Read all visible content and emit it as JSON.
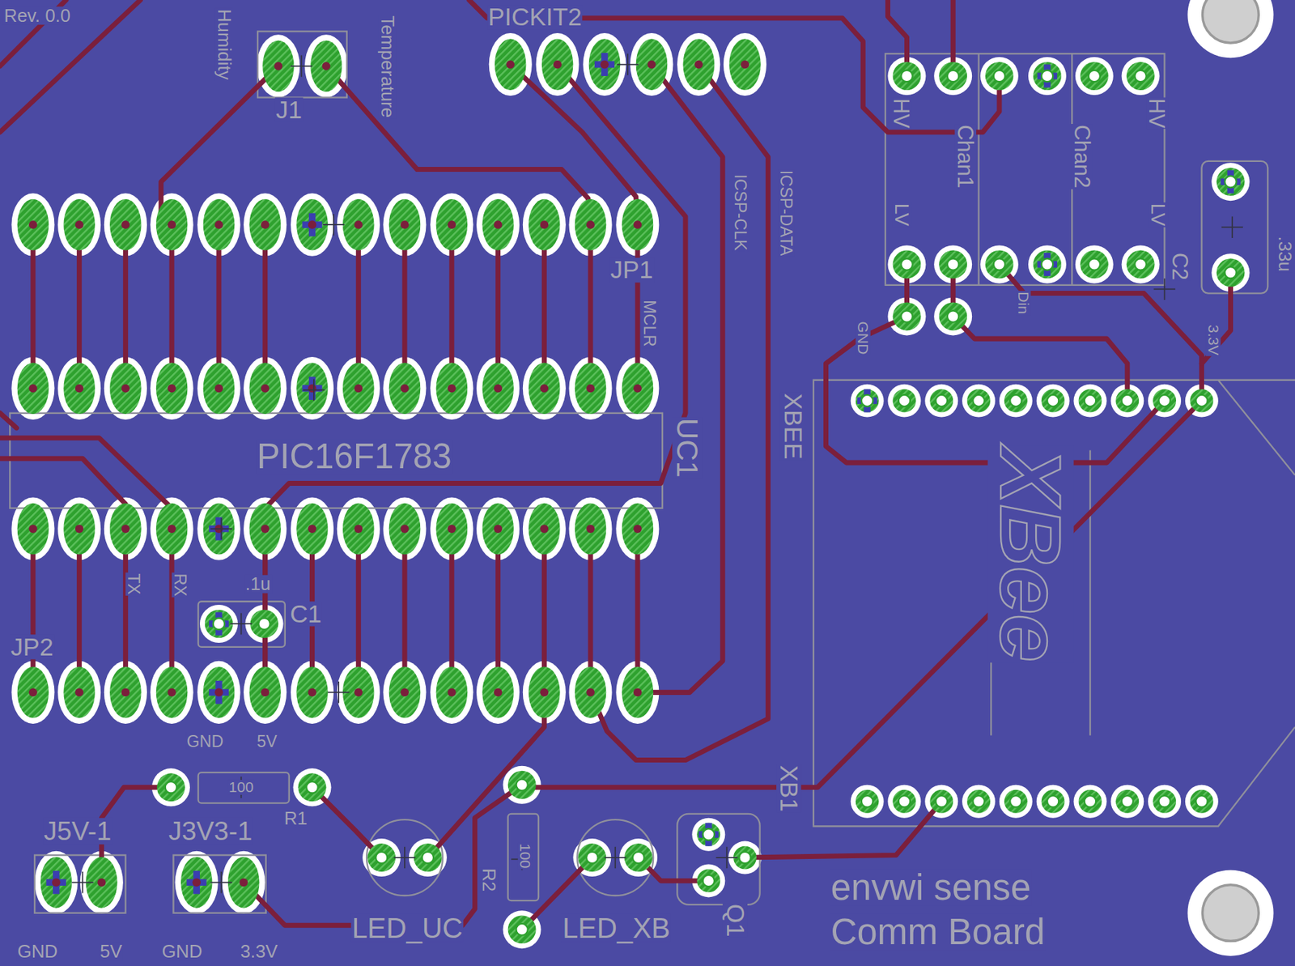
{
  "diagram": {
    "labels": [
      "Rev. 0.0",
      "Humidity",
      "Temperature",
      "J1",
      "PICKIT2",
      "HV",
      "Chan1",
      "Chan2",
      "HV",
      "LV",
      "LV",
      "ICSP-CLK",
      "ICSP-DATA",
      "JP1",
      "MCLR",
      "UC1",
      "PIC16F1783",
      "XBEE",
      "GND",
      "Din",
      "3.3V",
      ".33u",
      "C2",
      "TX",
      "RX",
      ".1u",
      "C1",
      "JP2",
      "GND",
      "5V",
      "100",
      "R1",
      "J5V-1",
      "J3V3-1",
      "GND",
      "5V",
      "GND",
      "3.3V",
      "LED_UC",
      "LED_XB",
      "R2",
      "100",
      "Q1",
      "XB1",
      "XBee",
      "envwi sense",
      "Comm Board"
    ]
  }
}
